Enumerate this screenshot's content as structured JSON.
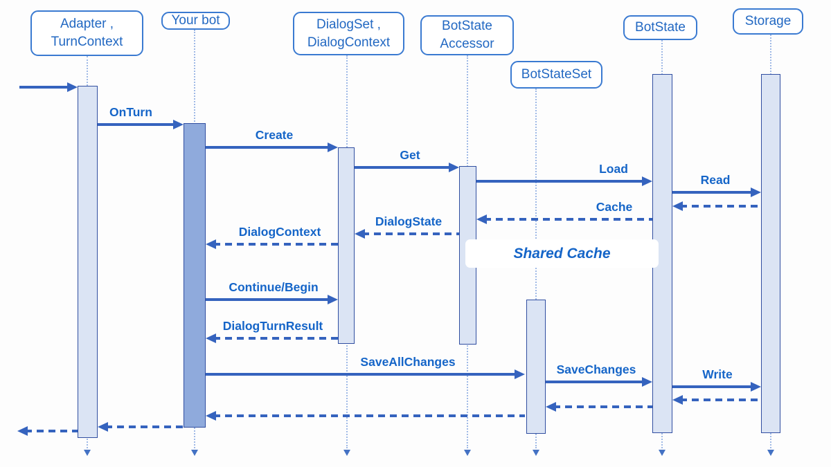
{
  "diagram": {
    "actors": [
      {
        "id": "adapter",
        "lines": [
          "Adapter ,",
          "TurnContext"
        ]
      },
      {
        "id": "yourbot",
        "lines": [
          "Your bot"
        ]
      },
      {
        "id": "dialogset",
        "lines": [
          "DialogSet ,",
          "DialogContext"
        ]
      },
      {
        "id": "accessor",
        "lines": [
          "BotState",
          "Accessor"
        ]
      },
      {
        "id": "botstateset",
        "lines": [
          "BotStateSet"
        ]
      },
      {
        "id": "botstate",
        "lines": [
          "BotState"
        ]
      },
      {
        "id": "storage",
        "lines": [
          "Storage"
        ]
      }
    ],
    "messages": [
      {
        "id": "incoming",
        "from": "external",
        "to": "adapter",
        "style": "solid",
        "label": ""
      },
      {
        "id": "onturn",
        "from": "adapter",
        "to": "yourbot",
        "style": "solid",
        "label": "OnTurn"
      },
      {
        "id": "create",
        "from": "yourbot",
        "to": "dialogset",
        "style": "solid",
        "label": "Create"
      },
      {
        "id": "get",
        "from": "dialogset",
        "to": "accessor",
        "style": "solid",
        "label": "Get"
      },
      {
        "id": "load",
        "from": "accessor",
        "to": "botstate",
        "style": "solid",
        "label": "Load"
      },
      {
        "id": "read",
        "from": "botstate",
        "to": "storage",
        "style": "solid",
        "label": "Read"
      },
      {
        "id": "read-return",
        "from": "storage",
        "to": "botstate",
        "style": "dashed",
        "label": ""
      },
      {
        "id": "cache",
        "from": "botstate",
        "to": "accessor",
        "style": "dashed",
        "label": "Cache"
      },
      {
        "id": "dialogstate",
        "from": "accessor",
        "to": "dialogset",
        "style": "dashed",
        "label": "DialogState"
      },
      {
        "id": "dialogcontext",
        "from": "dialogset",
        "to": "yourbot",
        "style": "dashed",
        "label": "DialogContext"
      },
      {
        "id": "continue-begin",
        "from": "yourbot",
        "to": "dialogset",
        "style": "solid",
        "label": "Continue/Begin"
      },
      {
        "id": "dialogturnresult",
        "from": "dialogset",
        "to": "yourbot",
        "style": "dashed",
        "label": "DialogTurnResult"
      },
      {
        "id": "saveallchanges",
        "from": "yourbot",
        "to": "botstateset",
        "style": "solid",
        "label": "SaveAllChanges"
      },
      {
        "id": "savechanges",
        "from": "botstateset",
        "to": "botstate",
        "style": "solid",
        "label": "SaveChanges"
      },
      {
        "id": "write",
        "from": "botstate",
        "to": "storage",
        "style": "solid",
        "label": "Write"
      },
      {
        "id": "write-return",
        "from": "storage",
        "to": "botstate",
        "style": "dashed",
        "label": ""
      },
      {
        "id": "savechanges-return",
        "from": "botstate",
        "to": "botstateset",
        "style": "dashed",
        "label": ""
      },
      {
        "id": "saveallchanges-return",
        "from": "botstateset",
        "to": "yourbot",
        "style": "dashed",
        "label": ""
      },
      {
        "id": "onturn-return",
        "from": "yourbot",
        "to": "adapter",
        "style": "dashed",
        "label": ""
      },
      {
        "id": "outgoing",
        "from": "adapter",
        "to": "external",
        "style": "dashed",
        "label": ""
      }
    ],
    "note": {
      "label": "Shared Cache"
    }
  },
  "colors": {
    "arrow": "#3563be",
    "label_text": "#1565c8",
    "header_text": "#2268c2",
    "header_border": "#3a7ad1",
    "bar_fill": "#dbe4f4",
    "bar_active_fill": "#8faadc",
    "bar_border": "#2f4da0",
    "lifeline": "#9fb9e6",
    "lifeline_head": "#4472c4",
    "note_halo": "#d9e3f4",
    "background": "#fdfdfd"
  }
}
